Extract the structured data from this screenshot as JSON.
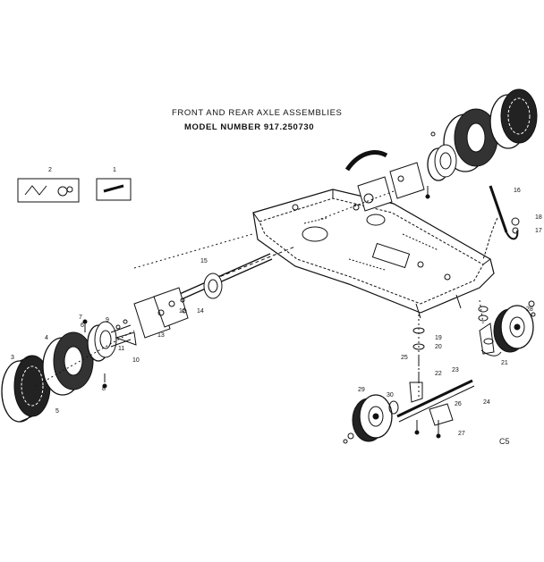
{
  "header": {
    "title": "FRONT AND REAR AXLE ASSEMBLIES",
    "model": "MODEL NUMBER 917.250730"
  },
  "page_code": "C5",
  "callouts": [
    "1",
    "2",
    "3",
    "4",
    "5",
    "6",
    "7",
    "8",
    "9",
    "10",
    "11",
    "12",
    "13",
    "14",
    "15",
    "16",
    "17",
    "18",
    "19",
    "20",
    "21",
    "22",
    "23",
    "24",
    "25",
    "26",
    "27",
    "28",
    "29",
    "30"
  ],
  "icons": [
    "tire-icon",
    "wheel-icon",
    "hardware-bag-icon",
    "axle-shaft-icon",
    "chassis-frame-icon",
    "spindle-icon",
    "bolt-icon"
  ]
}
